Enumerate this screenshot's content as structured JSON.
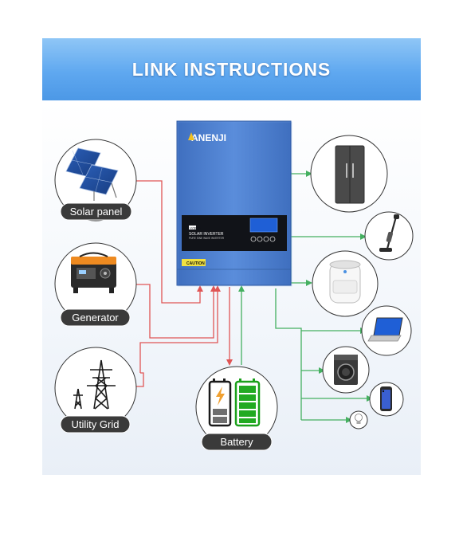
{
  "header": {
    "title": "LINK INSTRUCTIONS"
  },
  "inverter": {
    "brand": "ANENJI",
    "panel_badge": "HYBRID",
    "panel_title": "SOLAR INVERTER",
    "panel_subtitle": "PURE SINE WAVE INVERTER",
    "caution_label": "CAUTION"
  },
  "sources": [
    {
      "label": "Solar panel",
      "icon": "solar-panel-icon"
    },
    {
      "label": "Generator",
      "icon": "generator-icon"
    },
    {
      "label": "Utility Grid",
      "icon": "power-tower-icon"
    }
  ],
  "storage": {
    "label": "Battery",
    "icon": "battery-icon"
  },
  "loads": [
    {
      "icon": "refrigerator-icon"
    },
    {
      "icon": "vacuum-cleaner-icon"
    },
    {
      "icon": "air-purifier-icon"
    },
    {
      "icon": "laptop-icon"
    },
    {
      "icon": "washing-machine-icon"
    },
    {
      "icon": "smartphone-icon"
    },
    {
      "icon": "light-bulb-icon"
    }
  ],
  "colors": {
    "banner": "#5fa8f0",
    "inverter_body": "#4d7fd0",
    "input_line": "#e05555",
    "output_line": "#44b060",
    "label_pill": "#3a3a3a"
  }
}
